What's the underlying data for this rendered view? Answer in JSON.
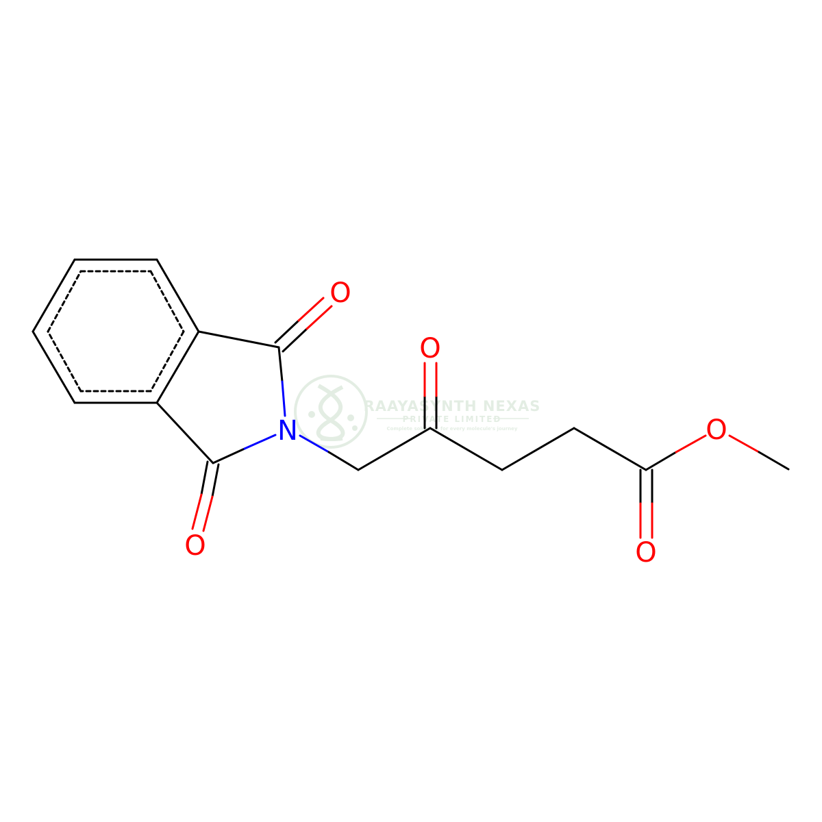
{
  "molecule": {
    "atoms": {
      "o1": {
        "symbol": "O",
        "color": "#ff0000"
      },
      "o2": {
        "symbol": "O",
        "color": "#ff0000"
      },
      "o3": {
        "symbol": "O",
        "color": "#ff0000"
      },
      "o4": {
        "symbol": "O",
        "color": "#ff0000"
      },
      "o5": {
        "symbol": "O",
        "color": "#ff0000"
      },
      "n1": {
        "symbol": "N",
        "color": "#0000ff"
      }
    },
    "bond_color": "#000000"
  },
  "watermark": {
    "company": "RAAYASYNTH NEXAS",
    "subtitle": "PRIVATE LIMITED",
    "tagline": "Complete solutions for every molecule's journey",
    "color": "#2e7d32",
    "icon": "dna-helix-icon"
  }
}
